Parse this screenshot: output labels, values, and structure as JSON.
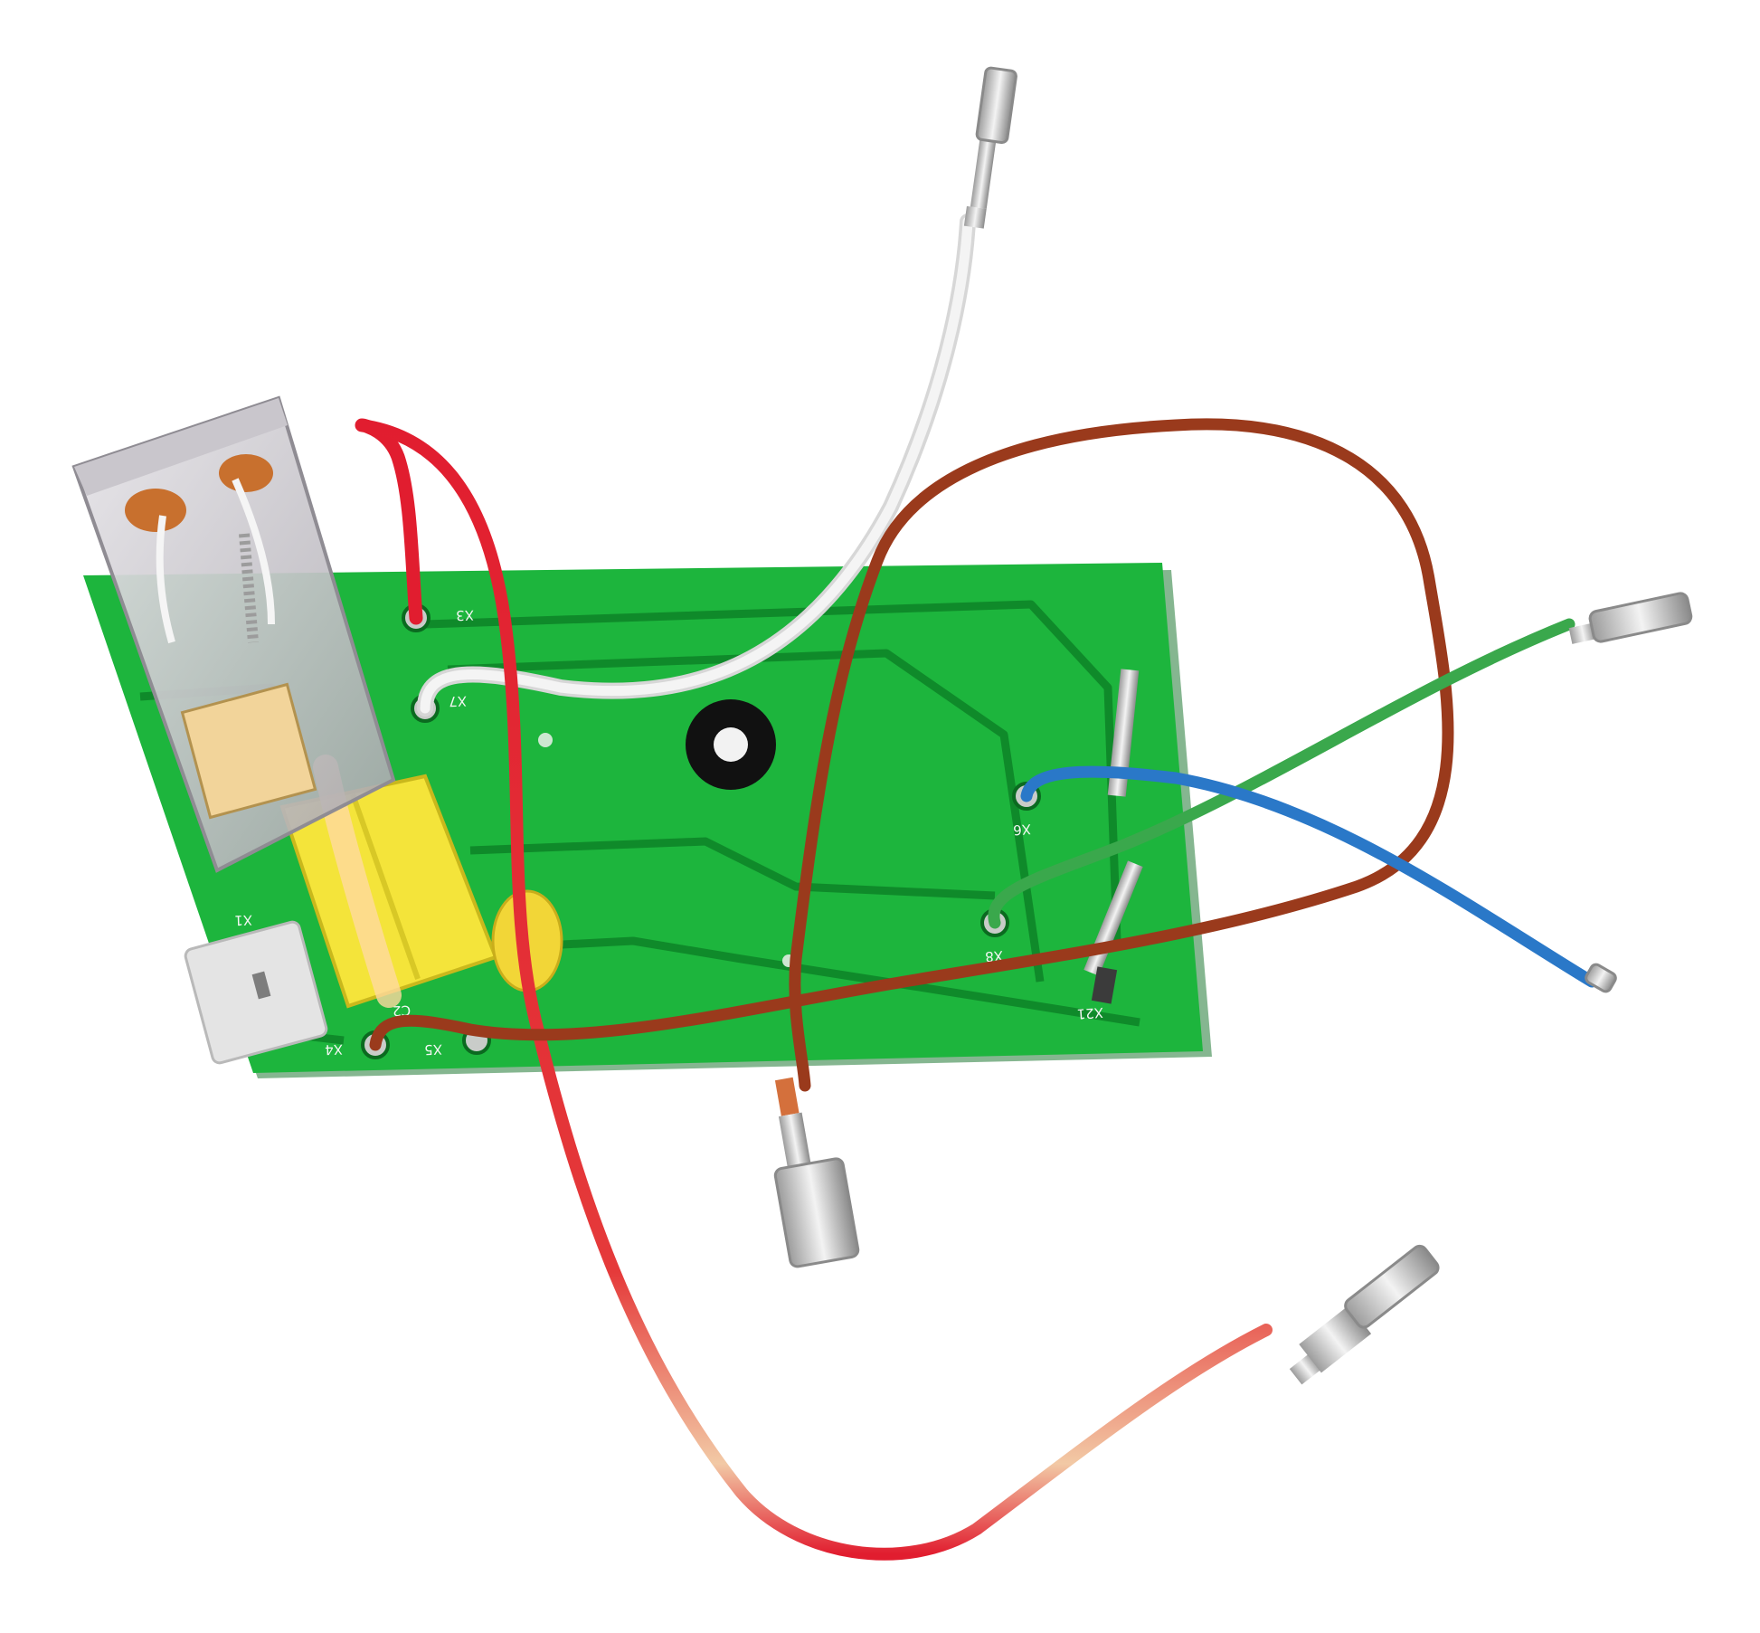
{
  "photo": {
    "background_color": "#ffffff",
    "pcb_color": "#18b038",
    "trace_color": "#0f8a2a",
    "pcb_labels": {
      "x3": "X3",
      "x7": "X7",
      "x6": "X6",
      "x8": "X8",
      "x21": "X21",
      "x4": "X4",
      "x5": "X5",
      "c2": "C2",
      "x1": "X1"
    },
    "wire_colors": {
      "red": "#e11d2f",
      "white": "#f2f2f2",
      "brown": "#9a3a1c",
      "green": "#3aa84c",
      "blue": "#2a78c8"
    }
  }
}
